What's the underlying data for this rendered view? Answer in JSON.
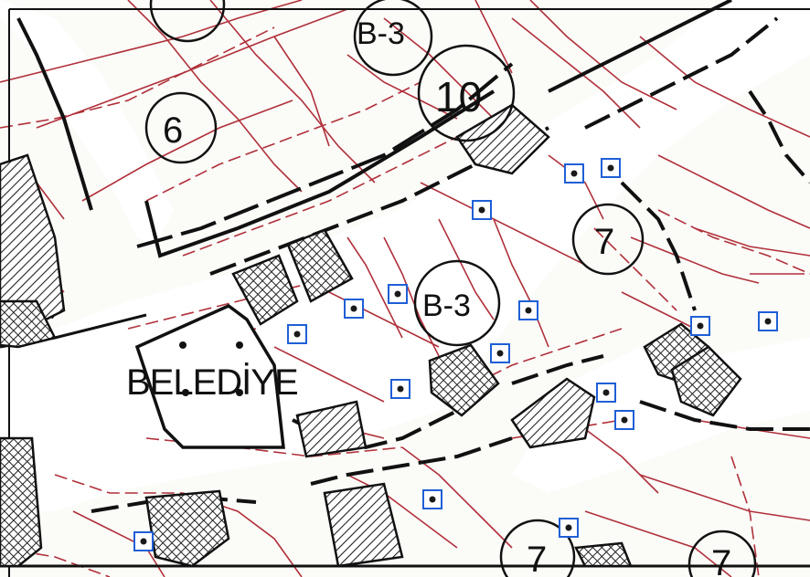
{
  "map": {
    "title": "",
    "place_label": "BELEDİYE",
    "zone_labels": [
      "B-3",
      "B-3"
    ],
    "block_numbers": [
      "10",
      "6",
      "7",
      "7",
      "7"
    ],
    "colors": {
      "paper": "#fbfbf8",
      "parcel_line": "#b0303a",
      "road_line": "#111111",
      "hatch": "#222222",
      "marker": "#1f5fd6"
    },
    "icons": {
      "marker": "blue-square-dot-marker",
      "hatch_single": "diagonal-hatch",
      "hatch_cross": "crosshatch"
    }
  }
}
